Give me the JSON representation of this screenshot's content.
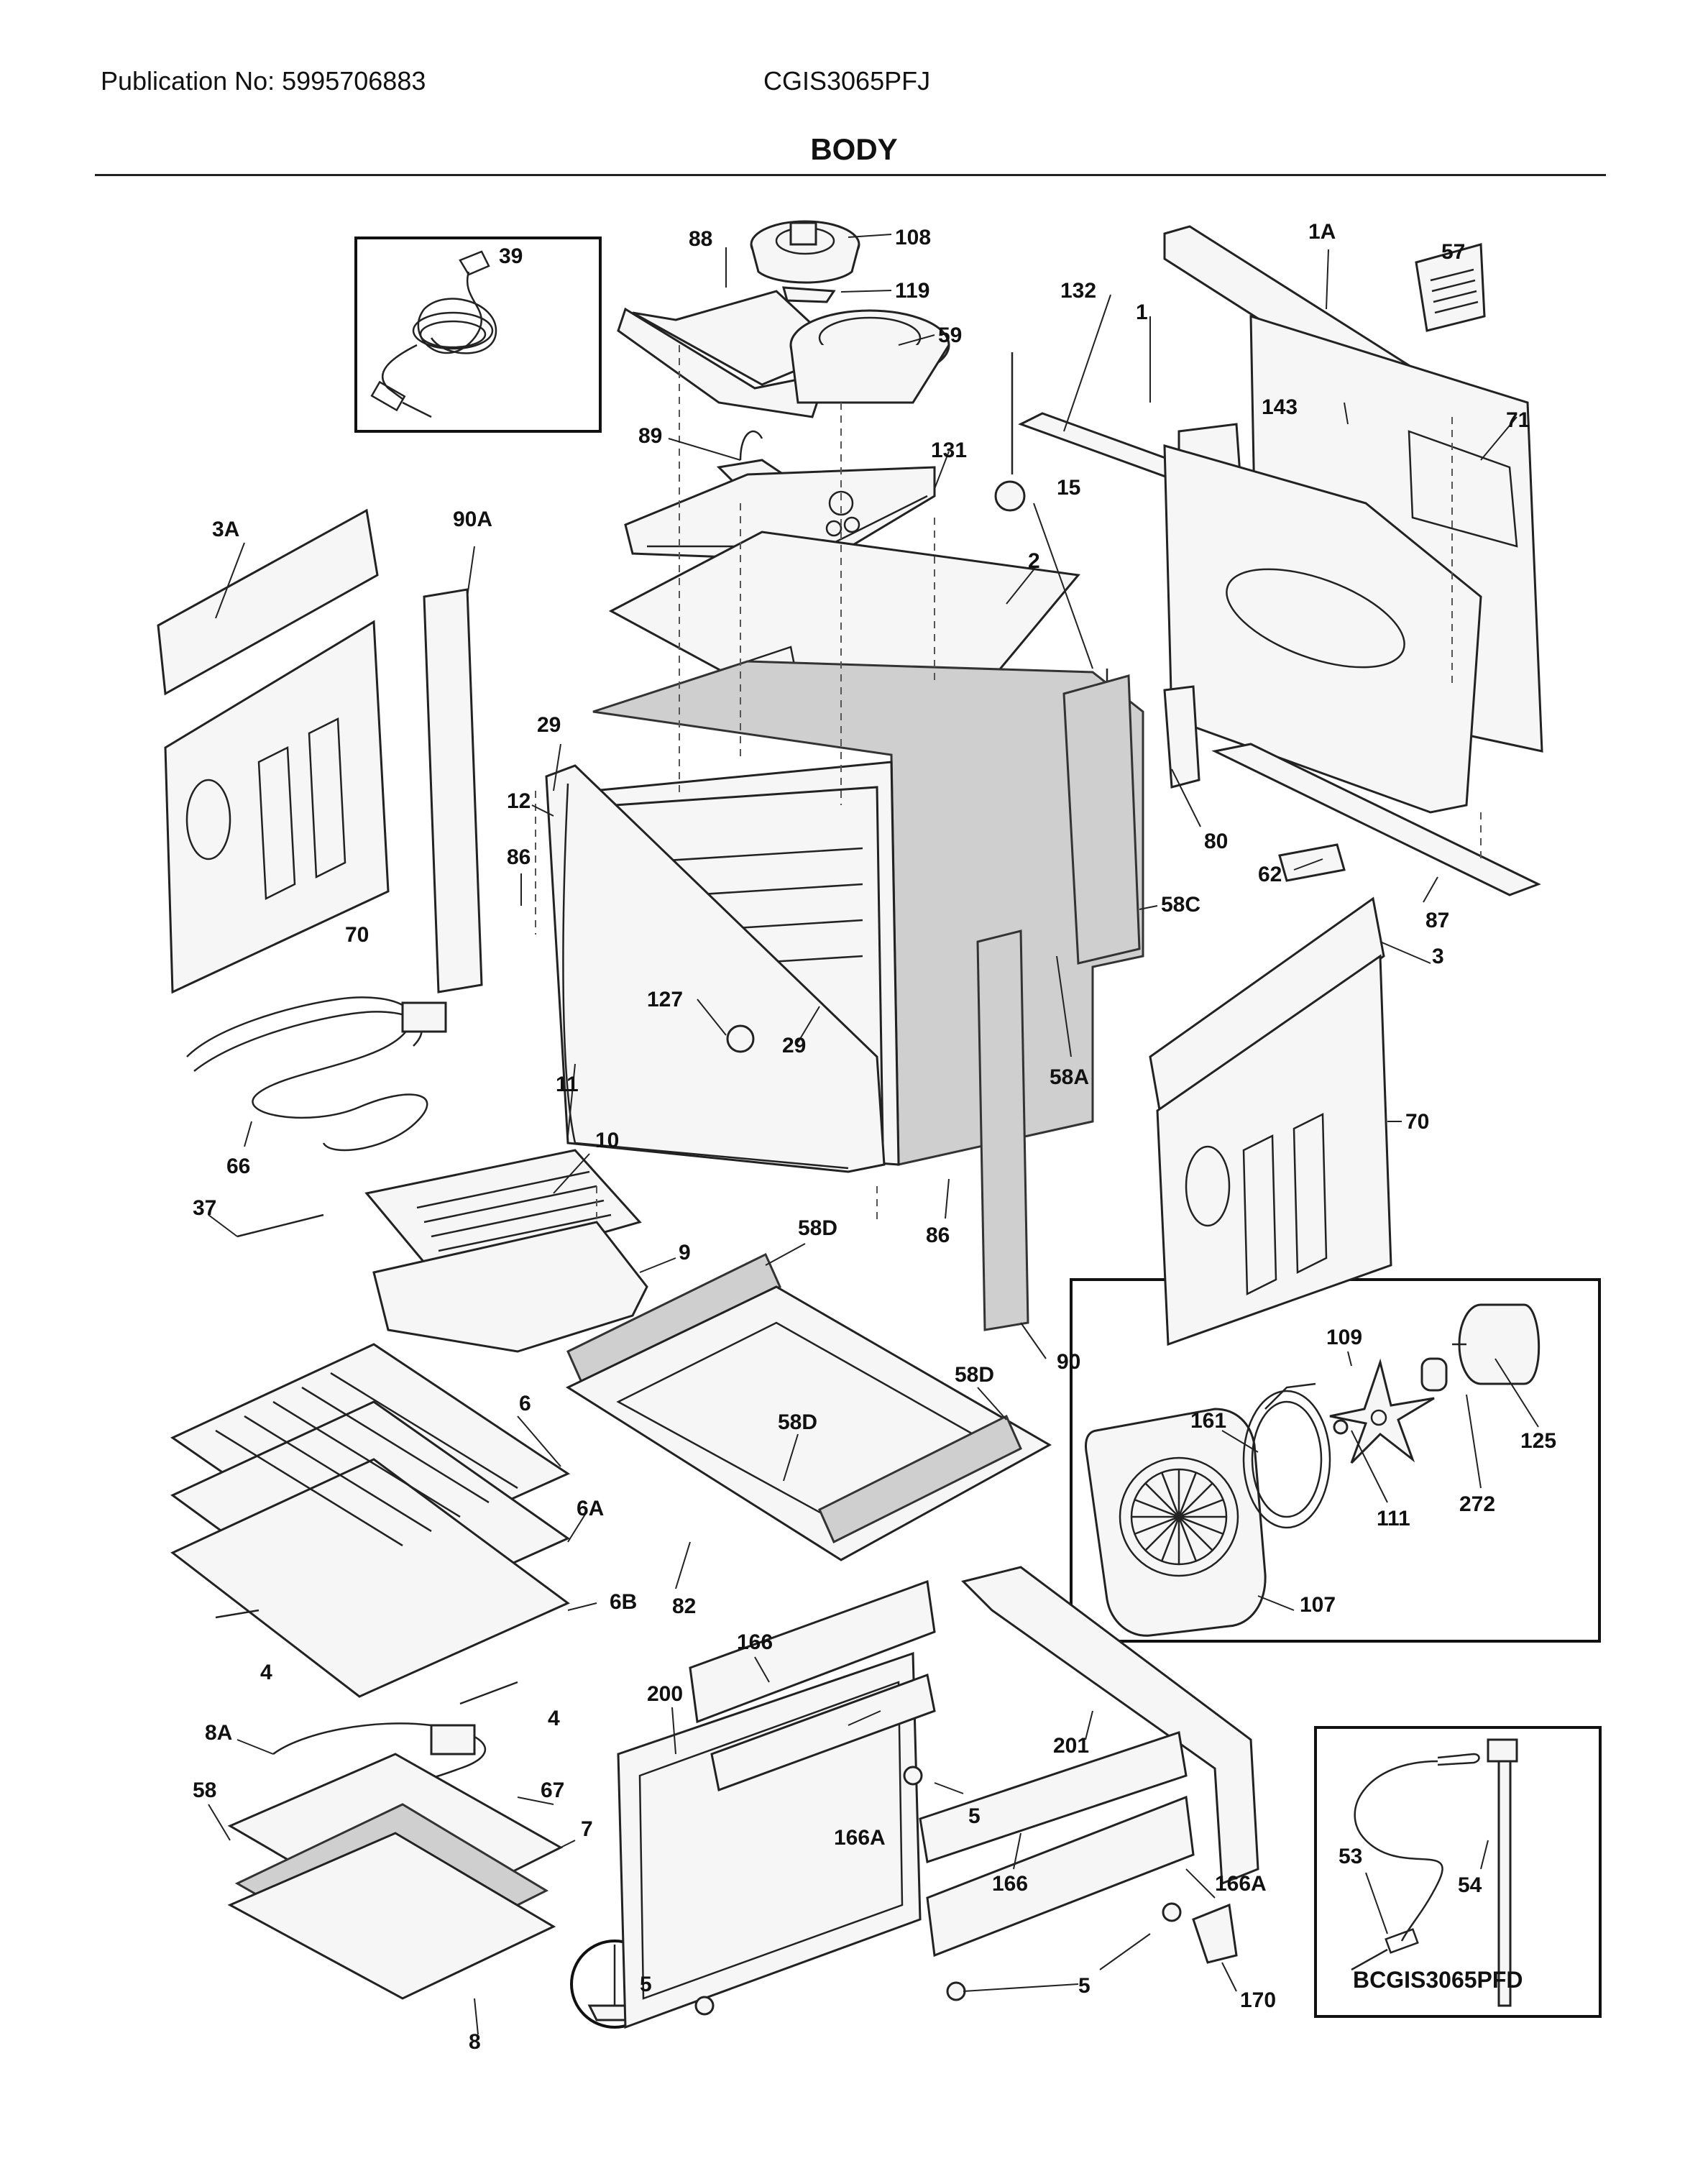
{
  "header": {
    "publication": "Publication No: 5995706883",
    "model": "CGIS3065PFJ",
    "section_title": "BODY"
  },
  "diagram_code": "BCGIS3065PFD",
  "callouts": {
    "p39": "39",
    "p88": "88",
    "p108": "108",
    "p119": "119",
    "p59": "59",
    "p1A": "1A",
    "p57": "57",
    "p132": "132",
    "p1": "1",
    "p143": "143",
    "p71": "71",
    "p89": "89",
    "p131": "131",
    "p15": "15",
    "p3A": "3A",
    "p90A": "90A",
    "p2": "2",
    "p29a": "29",
    "p12": "12",
    "p86a": "86",
    "p80": "80",
    "p62": "62",
    "p87": "87",
    "p58C": "58C",
    "p70a": "70",
    "p3": "3",
    "p127": "127",
    "p29b": "29",
    "p66": "66",
    "p11": "11",
    "p58A": "58A",
    "p70b": "70",
    "p10": "10",
    "p37": "37",
    "p9": "9",
    "p58Da": "58D",
    "p86b": "86",
    "p90": "90",
    "p6": "6",
    "p58Db": "58D",
    "p58Dc": "58D",
    "p6A": "6A",
    "p82": "82",
    "p6B": "6B",
    "p4a": "4",
    "p4b": "4",
    "p109": "109",
    "p161": "161",
    "p125": "125",
    "p272": "272",
    "p111": "111",
    "p107": "107",
    "p166a": "166",
    "p200": "200",
    "p201": "201",
    "p8A": "8A",
    "p58": "58",
    "p67": "67",
    "p7": "7",
    "p5a": "5",
    "p166Aa": "166A",
    "p166b": "166",
    "p166Ab": "166A",
    "p5b": "5",
    "p5c": "5",
    "p170": "170",
    "p8": "8",
    "p53": "53",
    "p54": "54"
  }
}
